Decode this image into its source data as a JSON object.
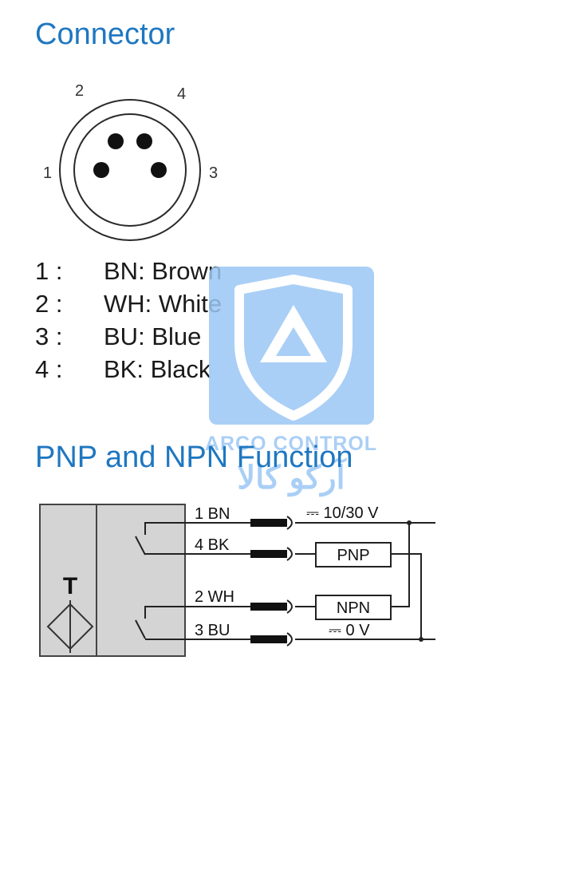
{
  "colors": {
    "heading": "#1f77c0",
    "text": "#1a1a1a",
    "watermark": "#9cc7f5",
    "sensor_fill": "#d4d4d4"
  },
  "connector": {
    "title": "Connector",
    "pin_labels": [
      "1",
      "2",
      "3",
      "4"
    ],
    "pins": [
      {
        "num": "1 :",
        "desc": "BN: Brown"
      },
      {
        "num": "2 :",
        "desc": "WH: White"
      },
      {
        "num": "3 :",
        "desc": "BU: Blue"
      },
      {
        "num": "4 :",
        "desc": "BK: Black"
      }
    ]
  },
  "function": {
    "title": "PNP and NPN Function",
    "sensor_label": "T",
    "wires": [
      "1 BN",
      "4 BK",
      "2 WH",
      "3 BU"
    ],
    "supply_plus": "⎓ 10/30 V",
    "supply_zero": "⎓ 0 V",
    "outputs": [
      "PNP",
      "NPN"
    ]
  },
  "watermark": {
    "latin": "ARCO CONTROL",
    "arabic": "آرکو کالا"
  }
}
